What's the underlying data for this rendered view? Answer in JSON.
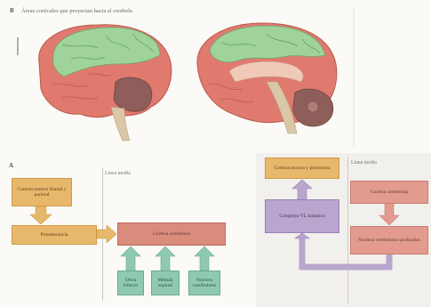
{
  "panel_b": {
    "letter": "B",
    "caption": "Áreas corticales que proyectan hacia el cerebelo"
  },
  "panel_a": {
    "letter": "A",
    "left": {
      "midline_label": "Línea media",
      "boxes": {
        "cortex": "Corteza motora frontal y parietal",
        "pons": "Protuberancia",
        "cerebellar_cortex": "Corteza cerebelosa",
        "inferior_olive": "Oliva inferior",
        "spinal_cord": "Médula espinal",
        "vestibular_nuclei": "Núcleos vestibulares"
      }
    },
    "right": {
      "midline_label": "Línea media",
      "boxes": {
        "motor_cortex": "Corteza motora y premotora",
        "thalamus": "Complejo VL talámico",
        "cerebellar_cortex": "Corteza cerebelosa",
        "deep_nuclei": "Núcleos cerebelosos profundos"
      }
    }
  },
  "colors": {
    "cortex_green": "#9fd39a",
    "cortex_red": "#e07a6e",
    "tan_box": "#e7b76b",
    "red_box": "#d98b7c",
    "teal_box": "#8fc9b2",
    "purple_box": "#b9a6cf"
  }
}
